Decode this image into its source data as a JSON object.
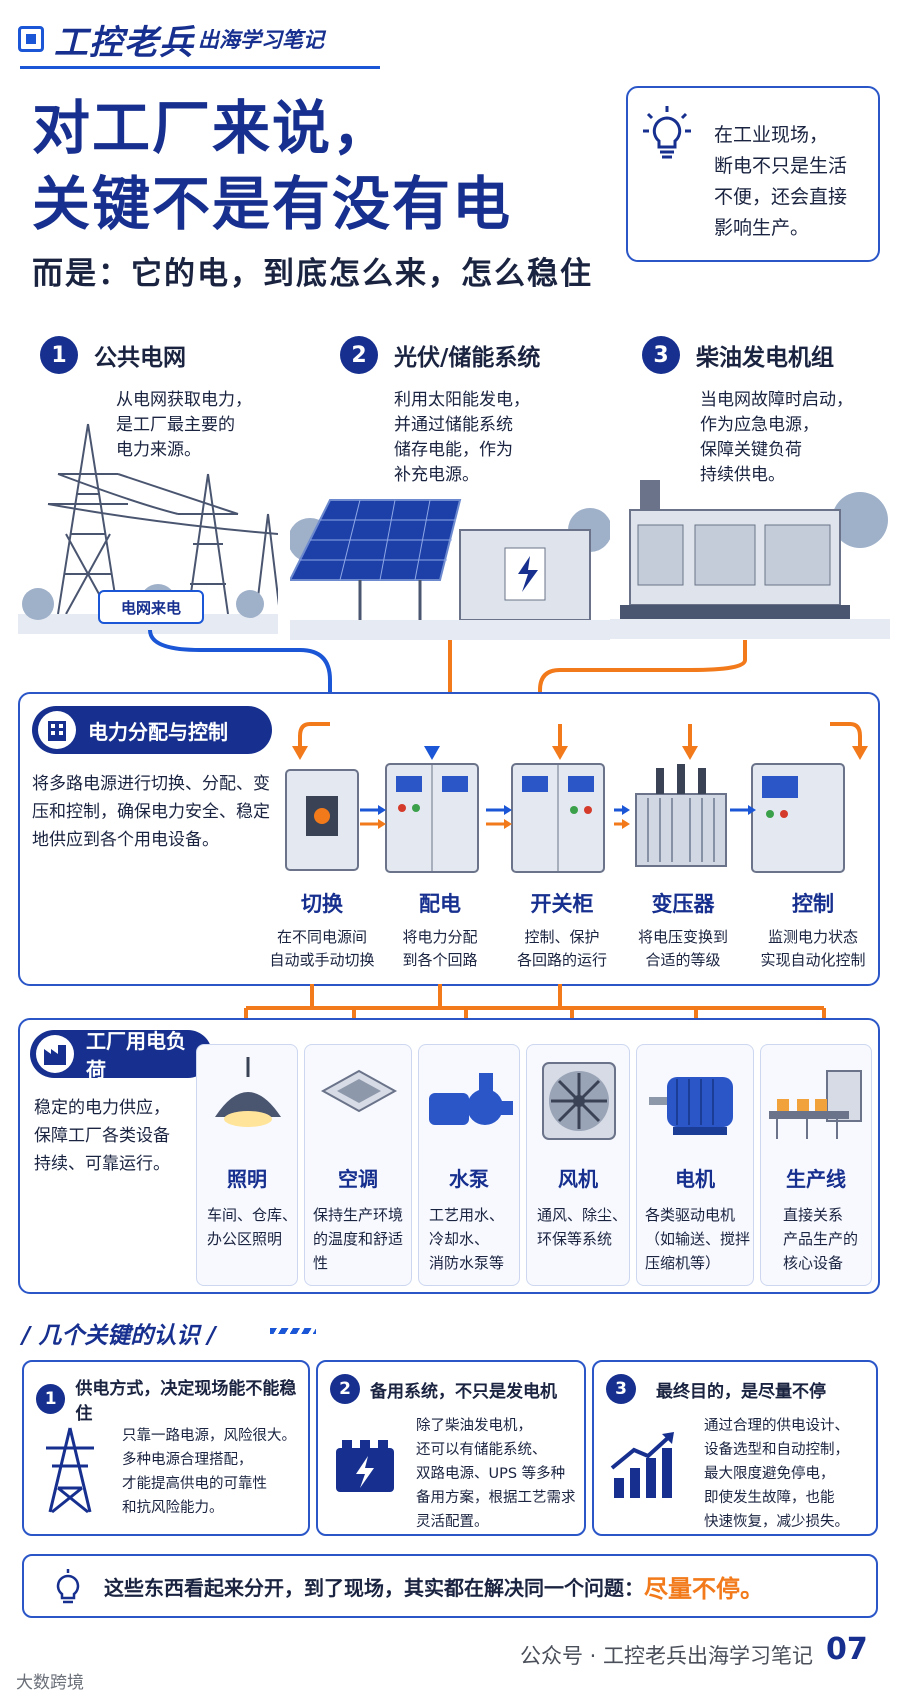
{
  "brand": {
    "main": "工控老兵",
    "sub": "出海学习笔记"
  },
  "headline": {
    "line1": "对工厂来说，",
    "line2": "关键不是有没有电",
    "line3": "而是：它的电，到底怎么来，怎么稳住"
  },
  "tip": {
    "text_lines": [
      "在工业现场，",
      "断电不只是生活",
      "不便，还会直接",
      "影响生产。"
    ],
    "icon": "lightbulb-icon"
  },
  "sources": [
    {
      "num": "1",
      "title": "公共电网",
      "desc": [
        "从电网获取电力，",
        "是工厂最主要的",
        "电力来源。"
      ]
    },
    {
      "num": "2",
      "title": "光伏/储能系统",
      "desc": [
        "利用太阳能发电，",
        "并通过储能系统",
        "储存电能，作为",
        "补充电源。"
      ]
    },
    {
      "num": "3",
      "title": "柴油发电机组",
      "desc": [
        "当电网故障时启动，",
        "作为应急电源，",
        "保障关键负荷",
        "持续供电。"
      ]
    }
  ],
  "grid_label": "电网来电",
  "distribution": {
    "title": "电力分配与控制",
    "desc": "将多路电源进行切换、分配、变压和控制，确保电力安全、稳定地供应到各个用电设备。",
    "units": [
      {
        "name": "切换",
        "desc": [
          "在不同电源间",
          "自动或手动切换"
        ]
      },
      {
        "name": "配电",
        "desc": [
          "将电力分配",
          "到各个回路"
        ]
      },
      {
        "name": "开关柜",
        "desc": [
          "控制、保护",
          "各回路的运行"
        ]
      },
      {
        "name": "变压器",
        "desc": [
          "将电压变换到",
          "合适的等级"
        ]
      },
      {
        "name": "控制",
        "desc": [
          "监测电力状态",
          "实现自动化控制"
        ]
      }
    ]
  },
  "loads": {
    "title": "工厂用电负荷",
    "desc": [
      "稳定的电力供应，",
      "保障工厂各类设备",
      "持续、可靠运行。"
    ],
    "items": [
      {
        "name": "照明",
        "desc": [
          "车间、仓库、",
          "办公区照明"
        ]
      },
      {
        "name": "空调",
        "desc": [
          "保持生产环境",
          "的温度和舒适",
          "性"
        ]
      },
      {
        "name": "水泵",
        "desc": [
          "工艺用水、",
          "冷却水、",
          "消防水泵等"
        ]
      },
      {
        "name": "风机",
        "desc": [
          "通风、除尘、",
          "环保等系统"
        ]
      },
      {
        "name": "电机",
        "desc": [
          "各类驱动电机",
          "（如输送、搅拌",
          "压缩机等）"
        ]
      },
      {
        "name": "生产线",
        "desc": [
          "直接关系",
          "产品生产的",
          "核心设备"
        ]
      }
    ]
  },
  "keys": {
    "section_title": "/ 几个关键的认识 /",
    "items": [
      {
        "num": "1",
        "title": "供电方式，决定现场能不能稳住",
        "desc": [
          "只靠一路电源，风险很大。",
          "多种电源合理搭配，",
          "才能提高供电的可靠性",
          "和抗风险能力。"
        ]
      },
      {
        "num": "2",
        "title": "备用系统，不只是发电机",
        "desc": [
          "除了柴油发电机，",
          "还可以有储能系统、",
          "双路电源、UPS 等多种",
          "备用方案，根据工艺需求",
          "灵活配置。"
        ]
      },
      {
        "num": "3",
        "title": "最终目的，是尽量不停",
        "desc": [
          "通过合理的供电设计、",
          "设备选型和自动控制，",
          "最大限度避免停电，",
          "即使发生故障，也能",
          "快速恢复，减少损失。"
        ]
      }
    ]
  },
  "bottom": {
    "text": "这些东西看起来分开，到了现场，其实都在解决同一个问题：",
    "highlight": "尽量不停。"
  },
  "footer": {
    "text": "公众号 · 工控老兵出海学习笔记",
    "page": "07",
    "watermark": "大数跨境"
  },
  "colors": {
    "navy": "#17308f",
    "blue": "#1a56d6",
    "orange": "#f27a1a"
  }
}
